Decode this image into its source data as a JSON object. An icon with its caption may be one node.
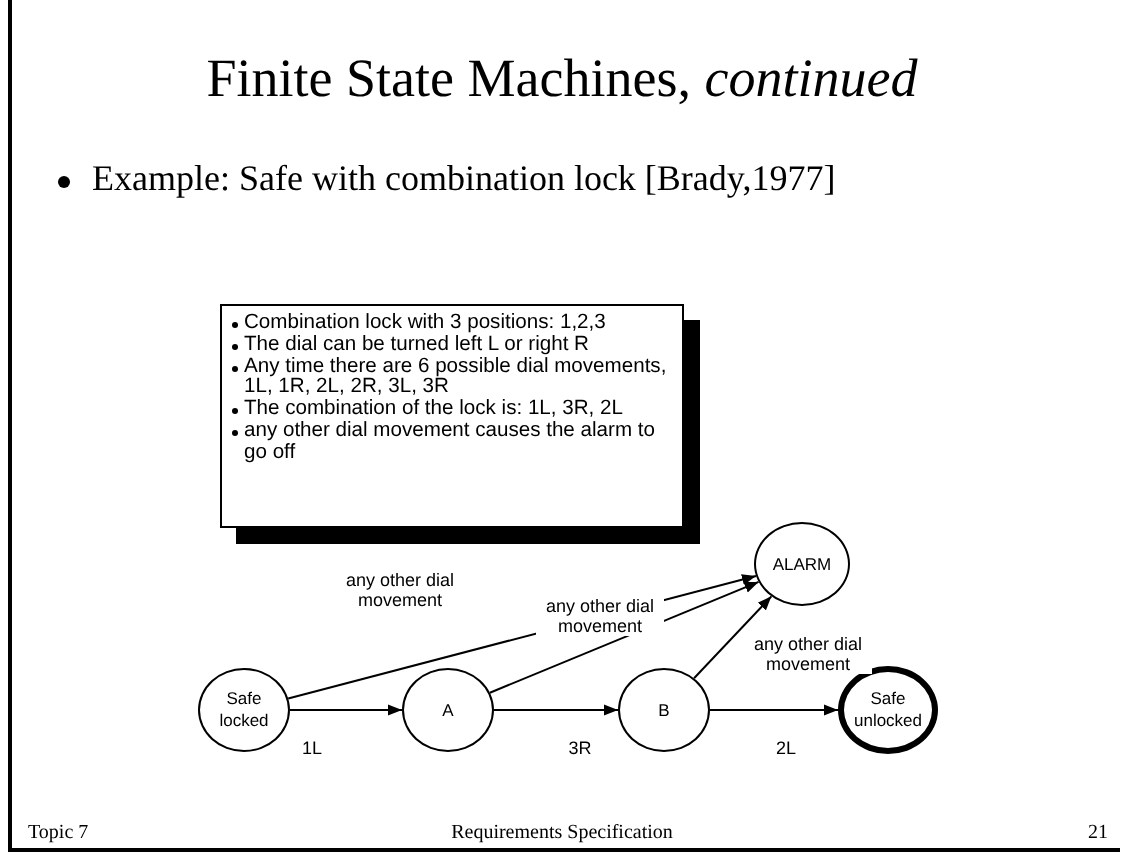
{
  "diagram": {
    "title": "Finite State Machines, *continued*",
    "nodes": [
      {
        "text": [
          "Combination lock with 3 positions: 1,2,3",
          "The dial can be turned left L or right R",
          "Any time there are 6 possible dial movements, 1L, 1R, 2L, 2R, 3L, 3R",
          "The combination of the lock is: 1L, 3R, 2L",
          "any other dial movement causes the alarm to go off"
        ]
      },
      {
        "text": [
          "ALARM"
        ]
      },
      {
        "text": [
          "Safe locked"
        ]
      },
      {
        "text": [
          "A"
        ]
      },
      {
        "text": [
          "B"
        ]
      },
      {
        "text": [
          "Safe unlocked"
        ]
      }
    ],
    "edges": [
      {
        "from": 2,
        "to": 3,
        "arrow": "to",
        "label": "1L"
      },
      {
        "from": 3,
        "to": 4,
        "arrow": "to",
        "label": "3R"
      },
      {
        "from": 4,
        "to": 5,
        "arrow": "to",
        "label": "2L"
      },
      {
        "from": 2,
        "to": 1,
        "arrow": "to",
        "label": "any other dial movement"
      },
      {
        "from": 3,
        "to": 1,
        "arrow": "to",
        "label": "any other dial movement"
      },
      {
        "from": 4,
        "to": 1,
        "arrow": "to",
        "label": "any other dial movement"
      }
    ],
    "labels": [
      "Example: Safe with combination lock [Brady,1977]",
      "Topic 7",
      "Requirements Specification",
      "21"
    ]
  }
}
